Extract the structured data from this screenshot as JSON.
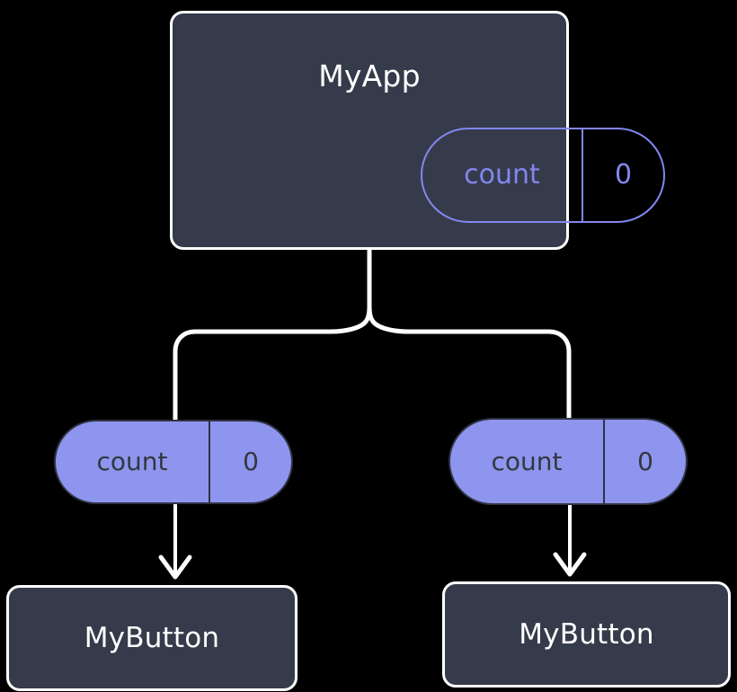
{
  "diagram": {
    "type": "component-tree",
    "background_color": "#000000",
    "theme": {
      "node_fill": "#353b4a",
      "node_border": "#ffffff",
      "node_text": "#ffffff",
      "state_outline": "#8287ef",
      "prop_fill": "#8e95ee",
      "prop_text": "#33373f",
      "wire": "#ffffff"
    },
    "root": {
      "title": "MyApp",
      "state": {
        "key": "count",
        "value": "0"
      }
    },
    "props": [
      {
        "key": "count",
        "value": "0"
      },
      {
        "key": "count",
        "value": "0"
      }
    ],
    "leaves": [
      {
        "title": "MyButton"
      },
      {
        "title": "MyButton"
      }
    ]
  }
}
